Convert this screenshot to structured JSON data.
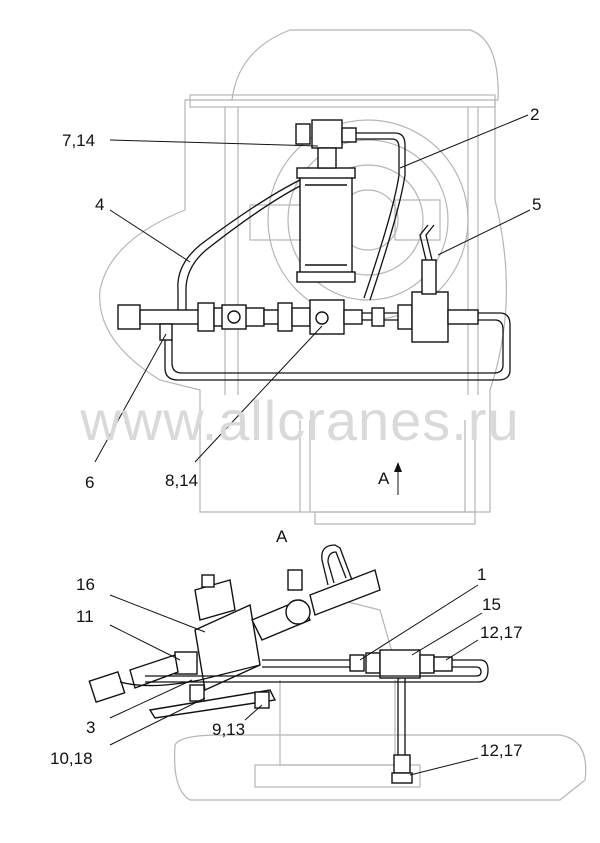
{
  "watermark": "www.allcranes.ru",
  "view_label": "A",
  "arrow_label": "A",
  "callouts_top": {
    "c1": "7,14",
    "c2": "2",
    "c3": "4",
    "c4": "5",
    "c5": "6",
    "c6": "8,14"
  },
  "callouts_bottom": {
    "c1": "16",
    "c2": "1",
    "c3": "11",
    "c4": "15",
    "c5": "12,17",
    "c6": "3",
    "c7": "9,13",
    "c8": "10,18",
    "c9": "12,17"
  }
}
